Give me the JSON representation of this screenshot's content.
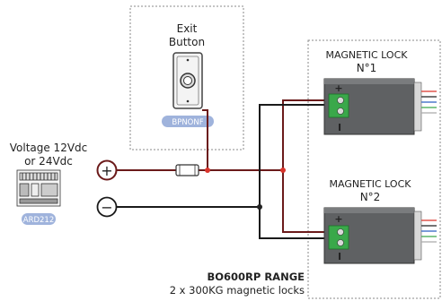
{
  "exit_button": {
    "label_line1": "Exit",
    "label_line2": "Button",
    "badge": "BPNONF"
  },
  "power_supply": {
    "label_line1": "Voltage 12Vdc",
    "label_line2": "or 24Vdc",
    "badge": "ARD212",
    "plus_symbol": "+",
    "minus_symbol": "−"
  },
  "locks": [
    {
      "title_line1": "MAGNETIC LOCK",
      "title_line2": "N°1",
      "plus": "+",
      "minus": "I"
    },
    {
      "title_line1": "MAGNETIC LOCK",
      "title_line2": "N°2",
      "plus": "+",
      "minus": "I"
    }
  ],
  "range": {
    "title": "BO600RP RANGE",
    "subtitle": "2 x 300KG magnetic locks"
  },
  "colors": {
    "badge": "#9fb3dc",
    "positive_wire": "#6b1a1a",
    "negative_wire": "#1a1a1a",
    "junction": "#d9342b",
    "terminal_green": "#3aa84a",
    "lock_body": "#5f6163"
  }
}
